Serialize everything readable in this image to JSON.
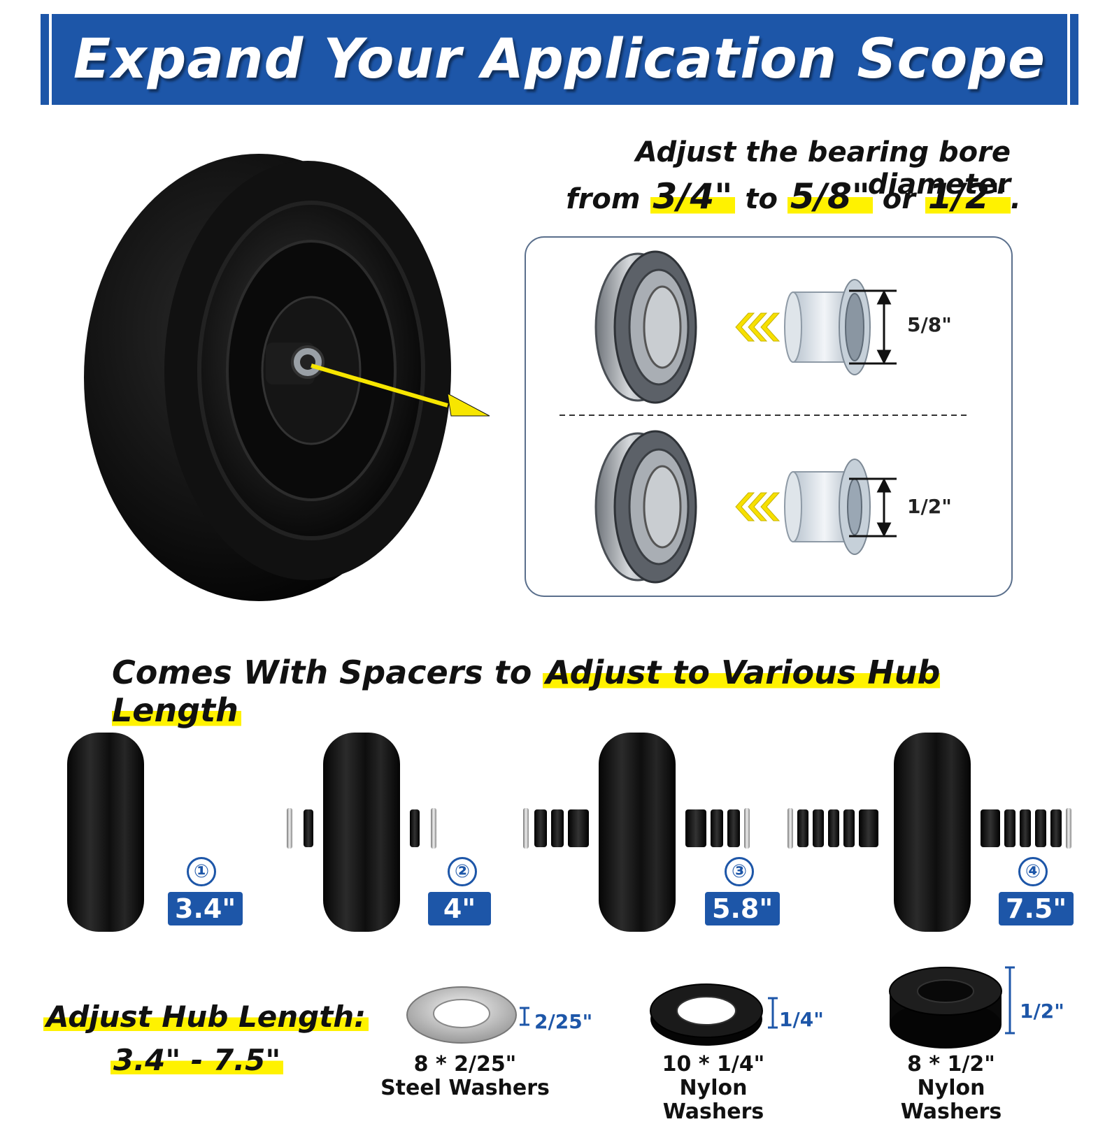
{
  "banner": {
    "title": "Expand Your Application Scope"
  },
  "bearing_section": {
    "heading_line1": "Adjust the bearing bore diameter",
    "heading_from": "from",
    "size_a": "3/4\"",
    "word_to": "to",
    "size_b": "5/8\"",
    "word_or": "or",
    "size_c": "1/2\"",
    "period": ".",
    "adapter_top_label": "5/8\"",
    "adapter_bottom_label": "1/2\""
  },
  "spacer_section": {
    "heading_plain": "Comes With Spacers to ",
    "heading_highlight": "Adjust to Various Hub Length",
    "configs": [
      {
        "number": "①",
        "length": "3.4\""
      },
      {
        "number": "②",
        "length": "4\""
      },
      {
        "number": "③",
        "length": "5.8\""
      },
      {
        "number": "④",
        "length": "7.5\""
      }
    ]
  },
  "hub_adjust": {
    "label": "Adjust Hub Length:",
    "range": "3.4\" - 7.5\""
  },
  "washers": [
    {
      "thickness": "2/25\"",
      "qty": "8 * 2/25\"",
      "type": "Steel Washers"
    },
    {
      "thickness": "1/4\"",
      "qty": "10 * 1/4\"",
      "type": "Nylon Washers"
    },
    {
      "thickness": "1/2\"",
      "qty": "8 * 1/2\"",
      "type": "Nylon Washers"
    }
  ],
  "colors": {
    "brand_blue": "#1d56a8",
    "highlight_yellow": "#fff200",
    "arrow_yellow": "#f7e600"
  }
}
